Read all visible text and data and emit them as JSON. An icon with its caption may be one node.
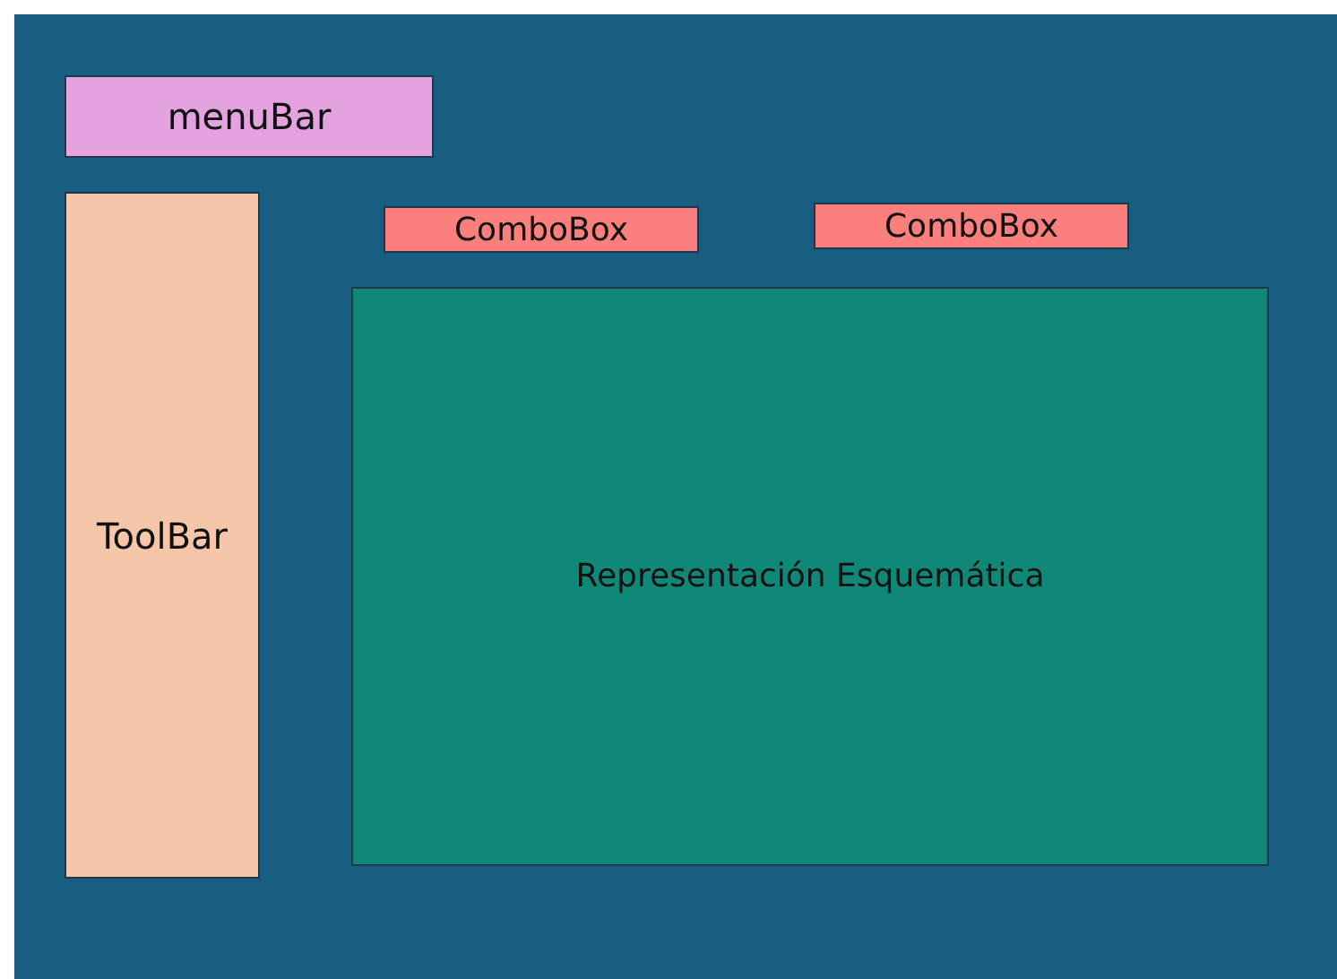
{
  "diagram": {
    "nodes": [
      {
        "text": [],
        "shape": "box"
      },
      {
        "text": [
          "menuBar"
        ],
        "in": 0
      },
      {
        "text": [
          "ToolBar"
        ],
        "in": 0
      },
      {
        "text": [
          "ComboBox"
        ],
        "in": 0
      },
      {
        "text": [
          "ComboBox"
        ],
        "in": 0
      },
      {
        "text": [
          "Representación Esquemática"
        ],
        "in": 0
      }
    ],
    "edges": []
  }
}
